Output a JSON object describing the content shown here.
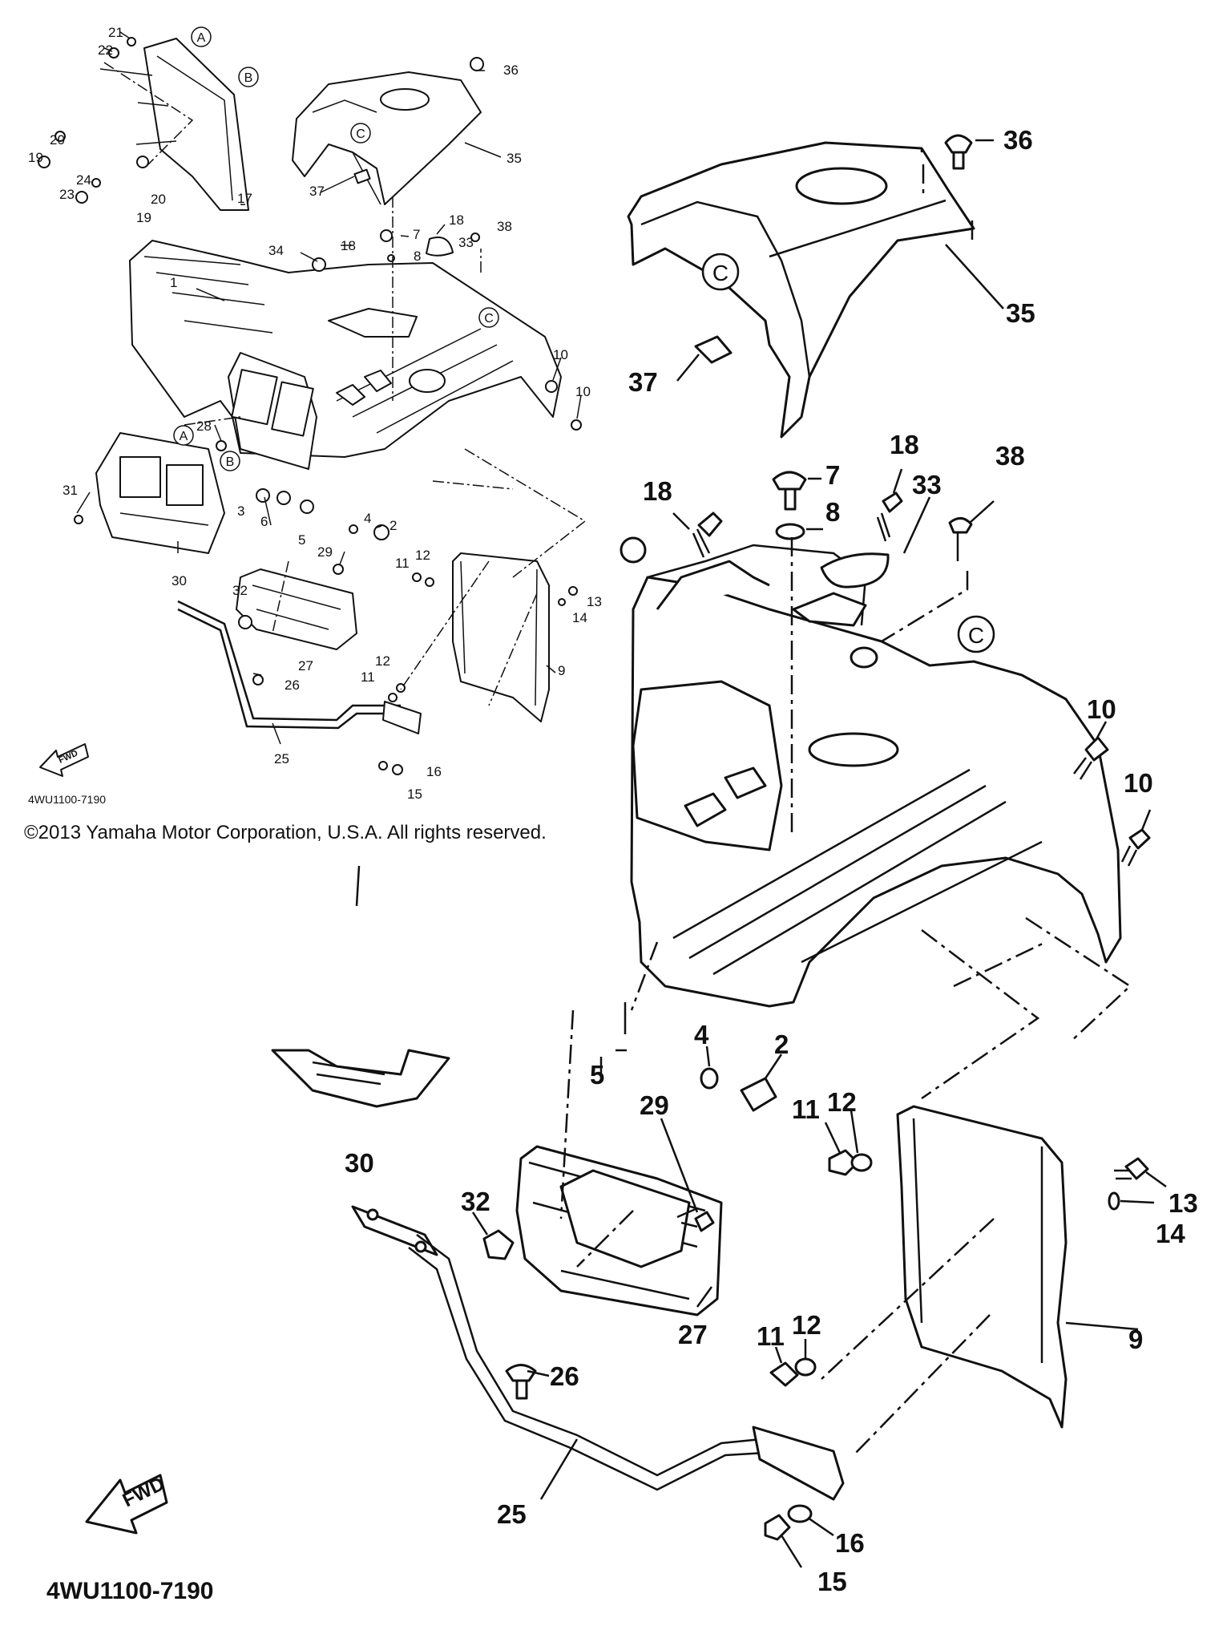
{
  "small_view": {
    "labels": [
      "21",
      "22",
      "19",
      "20",
      "24",
      "23",
      "20",
      "19",
      "17",
      "36",
      "35",
      "37",
      "34",
      "18",
      "7",
      "8",
      "18",
      "33",
      "38",
      "1",
      "10",
      "10",
      "28",
      "31",
      "3",
      "6",
      "5",
      "4",
      "2",
      "11",
      "12",
      "29",
      "32",
      "13",
      "14",
      "9",
      "30",
      "27",
      "26",
      "12",
      "11",
      "25",
      "16",
      "15"
    ],
    "callouts": [
      "A",
      "B",
      "C",
      "C",
      "A",
      "B"
    ],
    "fwd_text": "FWD",
    "diagram_code": "4WU1100-7190"
  },
  "large_view": {
    "labels": [
      "36",
      "35",
      "37",
      "18",
      "7",
      "8",
      "18",
      "33",
      "38",
      "10",
      "10",
      "4",
      "2",
      "5",
      "29",
      "11",
      "12",
      "13",
      "14",
      "30",
      "32",
      "27",
      "26",
      "12",
      "11",
      "9",
      "25",
      "16",
      "15"
    ],
    "callouts": [
      "C",
      "C"
    ],
    "fwd_text": "FWD",
    "diagram_code": "4WU1100-7190"
  },
  "copyright": "©2013 Yamaha Motor Corporation, U.S.A. All rights reserved."
}
